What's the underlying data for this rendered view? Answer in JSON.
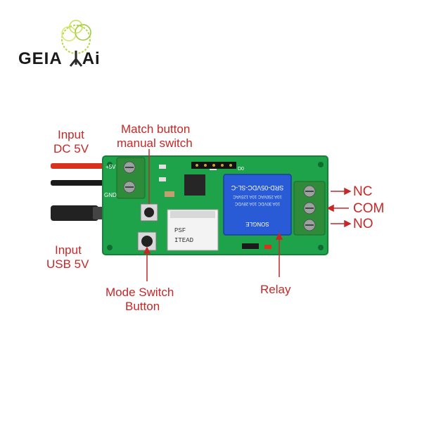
{
  "logo": {
    "left_text": "GEIA",
    "right_text": "Ai"
  },
  "labels": {
    "input_dc": [
      "Input",
      "DC 5V"
    ],
    "input_usb": [
      "Input",
      "USB 5V"
    ],
    "match_button": [
      "Match button",
      "manual switch"
    ],
    "mode_switch": [
      "Mode Switch",
      "Button"
    ],
    "relay": "Relay",
    "nc": "NC",
    "com": "COM",
    "no": "NO"
  },
  "board_silkscreen": {
    "plus_5v": "+5V",
    "gnd": "GND",
    "d0": "D0",
    "relay_model": "SRD-05VDC-SL-C",
    "relay_rating_1": "10A 250VAC  10A 125VAC",
    "relay_rating_2": "10A 30VDC   10A 28VDC",
    "relay_brand": "SONGLE",
    "module_1": "PSF",
    "module_2": "ITEAD"
  },
  "colors": {
    "pcb": "#1fa34a",
    "label_red": "#c62828",
    "wire_red": "#d8321f",
    "wire_black": "#1a1a1a",
    "relay_blue": "#2a5bd7",
    "terminal_green": "#2e8b3a"
  }
}
